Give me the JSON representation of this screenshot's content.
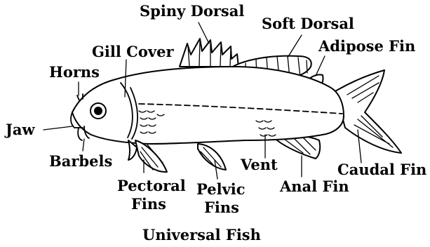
{
  "diagram": {
    "caption": "Universal Fish",
    "labels": {
      "spiny_dorsal": "Spiny Dorsal",
      "soft_dorsal": "Soft Dorsal",
      "adipose_fin": "Adipose Fin",
      "gill_cover": "Gill Cover",
      "horns": "Horns",
      "jaw": "Jaw",
      "barbels": "Barbels",
      "vent": "Vent",
      "caudal_fin": "Caudal Fin",
      "anal_fin": "Anal Fin",
      "pectoral_fins_line1": "Pectoral",
      "pectoral_fins_line2": "Fins",
      "pelvic_fins_line1": "Pelvic",
      "pelvic_fins_line2": "Fins"
    },
    "colors": {
      "ink": "#000000",
      "paper": "#ffffff"
    }
  }
}
